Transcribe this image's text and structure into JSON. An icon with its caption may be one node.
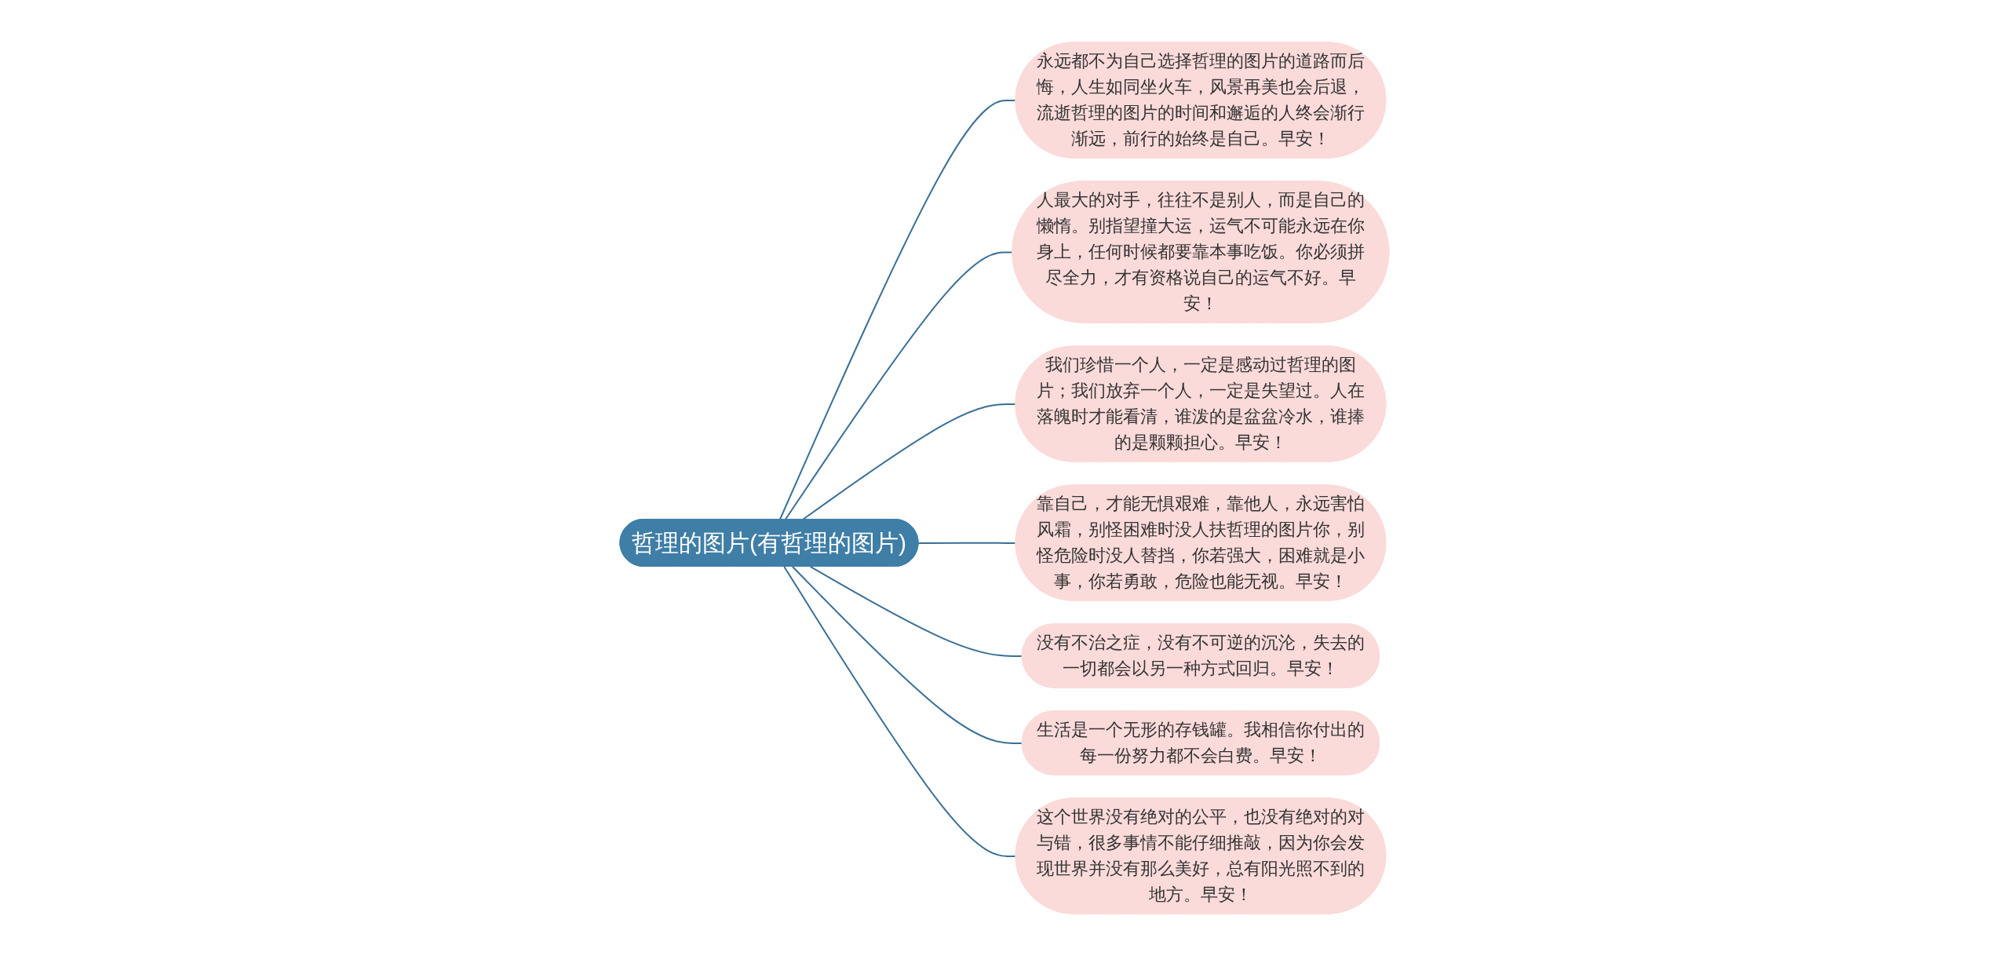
{
  "diagram": {
    "nodes": [
      {
        "text": [
          "哲理的图片(有哲理的图片)"
        ]
      },
      {
        "text": [
          "永远都不为自己选择哲理的图片的道路而后悔，人生如同坐火车，风景再美也会后退，流逝哲理的图片的时间和邂逅的人终会渐行渐远，前行的始终是自己。早安！"
        ]
      },
      {
        "text": [
          "人最大的对手，往往不是别人，而是自己的懒惰。别指望撞大运，运气不可能永远在你身上，任何时候都要靠本事吃饭。你必须拼尽全力，才有资格说自己的运气不好。早安！"
        ]
      },
      {
        "text": [
          "我们珍惜一个人，一定是感动过哲理的图片；我们放弃一个人，一定是失望过。人在落魄时才能看清，谁泼的是盆盆冷水，谁捧的是颗颗担心。早安！"
        ]
      },
      {
        "text": [
          "靠自己，才能无惧艰难，靠他人，永远害怕风霜，别怪困难时没人扶哲理的图片你，别怪危险时没人替挡，你若强大，困难就是小事，你若勇敢，危险也能无视。早安！"
        ]
      },
      {
        "text": [
          "没有不治之症，没有不可逆的沉沦，失去的一切都会以另一种方式回归。早安！"
        ]
      },
      {
        "text": [
          "生活是一个无形的存钱罐。我相信你付出的每一份努力都不会白费。早安！"
        ]
      },
      {
        "text": [
          "这个世界没有绝对的公平，也没有绝对的对与错，很多事情不能仔细推敲，因为你会发现世界并没有那么美好，总有阳光照不到的地方。早安！"
        ]
      }
    ],
    "edges": [
      {
        "from": 0,
        "to": 1,
        "arrow": "none"
      },
      {
        "from": 0,
        "to": 2,
        "arrow": "none"
      },
      {
        "from": 0,
        "to": 3,
        "arrow": "none"
      },
      {
        "from": 0,
        "to": 4,
        "arrow": "none"
      },
      {
        "from": 0,
        "to": 5,
        "arrow": "none"
      },
      {
        "from": 0,
        "to": 6,
        "arrow": "none"
      },
      {
        "from": 0,
        "to": 7,
        "arrow": "none"
      }
    ]
  }
}
